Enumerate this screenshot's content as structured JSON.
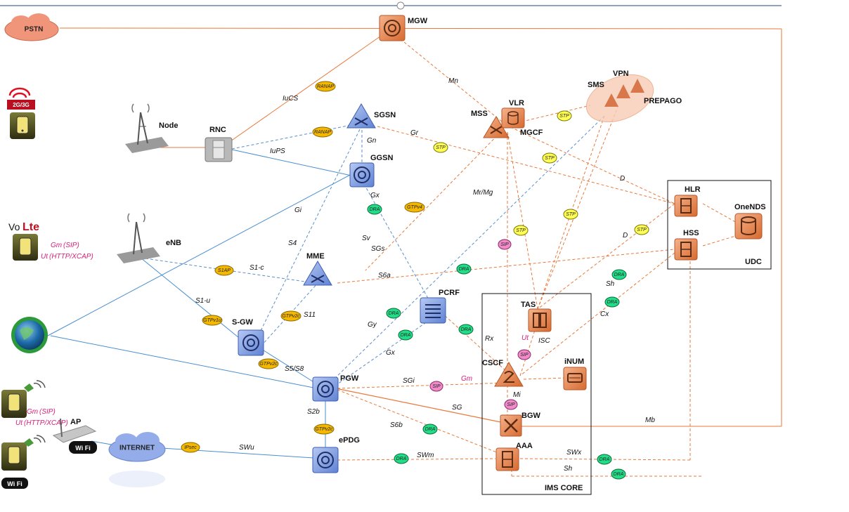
{
  "colors": {
    "orange": "#e8793a",
    "blue": "#4a8fd0",
    "dash_blue": "#5a8fcc",
    "dash_orange": "#e8793a",
    "node_orange": "#e68a5a",
    "node_blue": "#7a9be0",
    "dra": "#22dd88",
    "stp": "#ffff55",
    "sip": "#f08ac8",
    "gtp": "#f5b800"
  },
  "nodes": {
    "pstn": "PSTN",
    "mgw": "MGW",
    "sgsn": "SGSN",
    "ggsn": "GGSN",
    "node": "Node",
    "rnc": "RNC",
    "mss": "MSS",
    "vlr": "VLR",
    "mgcf": "MGCF",
    "sms": "SMS",
    "vpn": "VPN",
    "prepago": "PREPAGO",
    "enb": "eNB",
    "mme": "MME",
    "sgw": "S-GW",
    "pcrf": "PCRF",
    "pgw": "PGW",
    "epdg": "ePDG",
    "tas": "TAS",
    "cscf": "CSCF",
    "inum": "iNUM",
    "bgw": "BGW",
    "aaa": "AAA",
    "ims_core": "IMS CORE",
    "hlr": "HLR",
    "hss": "HSS",
    "onends": "OneNDS",
    "udc": "UDC",
    "ap": "AP",
    "internet": "INTERNET"
  },
  "devices": {
    "g23_badge": "2G/3G",
    "volte_vo": "Vo",
    "volte_lte": "Lte",
    "volte_gm": "Gm",
    "volte_gm_sub": "(SIP)",
    "volte_ut": "Ut",
    "volte_ut_sub": "(HTTP/XCAP)",
    "wifi_gm": "Gm",
    "wifi_gm_sub": "(SIP)",
    "wifi_ut": "Ut",
    "wifi_ut_sub": "(HTTP/XCAP)",
    "wifi_logo": "Wi Fi"
  },
  "interfaces": {
    "iucs": "IuCS",
    "iups": "IuPS",
    "gn": "Gn",
    "gr": "Gr",
    "mn": "Mn",
    "gi": "Gi",
    "gx_ggsn": "Gx",
    "mr_mg": "Mr/Mg",
    "d_hlr": "D",
    "d_hss": "D",
    "s4": "S4",
    "sv": "Sv",
    "sgs": "SGs",
    "s1c": "S1-c",
    "s6a": "S6a",
    "s1u": "S1-u",
    "s11": "S11",
    "gy": "Gy",
    "gx_pgw": "Gx",
    "rx": "Rx",
    "sh_hss": "Sh",
    "cx": "Cx",
    "s5s8": "S5/S8",
    "sgi": "SGi",
    "gm_cscf": "Gm",
    "ut_tas": "Ut",
    "isc": "ISC",
    "mi": "Mi",
    "sg": "SG",
    "s2b": "S2b",
    "s6b": "S6b",
    "swu": "SWu",
    "swm": "SWm",
    "swx": "SWx",
    "sh_aaa": "Sh",
    "mb": "Mb"
  },
  "badges": {
    "ranap1": "RANAP",
    "ranap2": "RANAP",
    "stp": "STP",
    "dra": "DRA",
    "sip": "SIP",
    "gtpv4": "GTPv4",
    "s1ap": "S1AP",
    "gtpv1u": "GTPv1u",
    "gtpv2c_1": "GTPv2c",
    "gtpv2c_2": "GTPv2c",
    "gtpv2c_3": "GTPv2c",
    "ipsec": "IPsec"
  }
}
